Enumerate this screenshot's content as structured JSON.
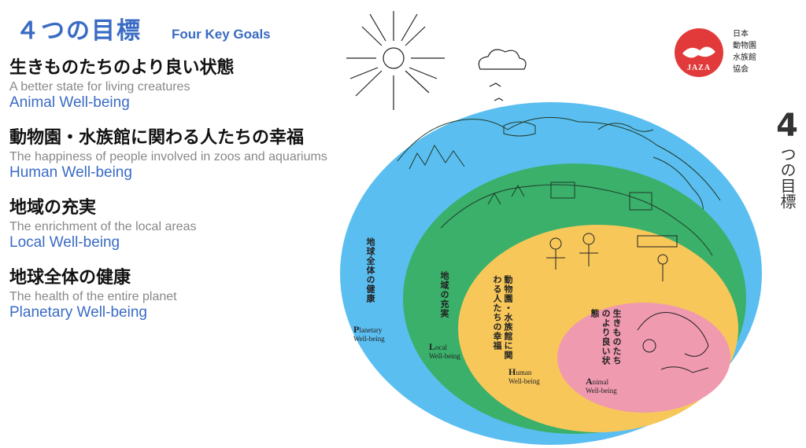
{
  "header": {
    "title_jp": "４つの目標",
    "title_en": "Four Key Goals"
  },
  "goals": [
    {
      "jp": "生きものたちのより良い状態",
      "desc": "A better state for living creatures",
      "name": "Animal Well-being"
    },
    {
      "jp": "動物園・水族館に関わる人たちの幸福",
      "desc": "The happiness of people involved in zoos and aquariums",
      "name": "Human Well-being"
    },
    {
      "jp": "地域の充実",
      "desc": "The enrichment of the local areas",
      "name": "Local Well-being"
    },
    {
      "jp": "地球全体の健康",
      "desc": "The health of the entire planet",
      "name": "Planetary Well-being"
    }
  ],
  "logo": {
    "abbr": "JAZA",
    "org_lines": [
      "日本",
      "動物園",
      "水族館",
      "協会"
    ]
  },
  "side_title": {
    "number": "4",
    "text": "つの目標"
  },
  "diagram": {
    "planetary": {
      "jp": "地球全体の健康",
      "en_initial": "P",
      "en_rest": "lanetary",
      "en_line2": "Well-being"
    },
    "local": {
      "jp": "地域の充実",
      "en_initial": "L",
      "en_rest": "ocal",
      "en_line2": "Well-being"
    },
    "human": {
      "jp": "動物園・水族館に関わる人たちの幸福",
      "en_initial": "H",
      "en_rest": "uman",
      "en_line2": "Well-being"
    },
    "animal": {
      "jp": "生きものたちのより良い状態",
      "en_initial": "A",
      "en_rest": "nimal",
      "en_line2": "Well-being"
    },
    "colors": {
      "planetary": "#5bbef0",
      "local": "#3ab06a",
      "human": "#f7c75a",
      "animal": "#f09ab0"
    }
  }
}
